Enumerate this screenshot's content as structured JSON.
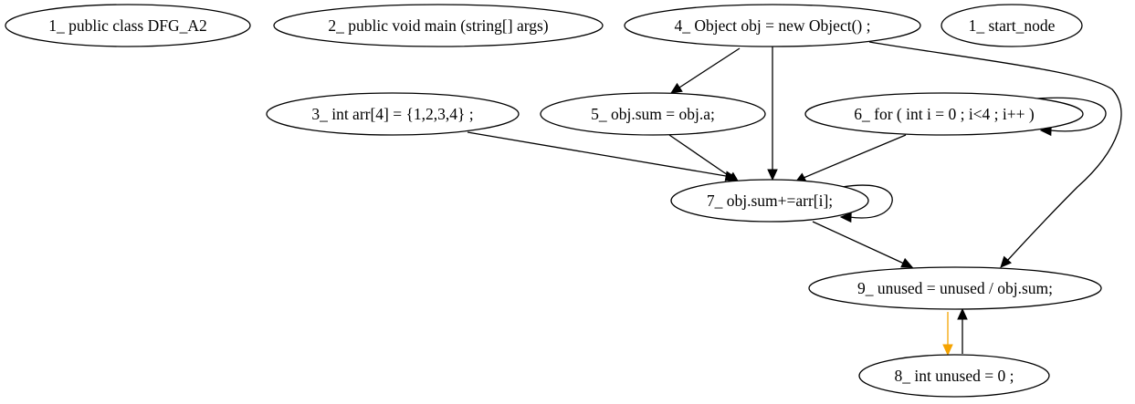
{
  "graph": {
    "nodes": [
      {
        "id": "n1a",
        "label": "1_  public class DFG_A2"
      },
      {
        "id": "n2",
        "label": "2_  public void main (string[] args)"
      },
      {
        "id": "n4",
        "label": "4_  Object obj = new Object() ;"
      },
      {
        "id": "n1b",
        "label": "1_  start_node"
      },
      {
        "id": "n3",
        "label": "3_  int arr[4] = {1,2,3,4} ;"
      },
      {
        "id": "n5",
        "label": "5_  obj.sum = obj.a;"
      },
      {
        "id": "n6",
        "label": "6_  for ( int i = 0 ; i<4 ; i++ )"
      },
      {
        "id": "n7",
        "label": "7_  obj.sum+=arr[i];"
      },
      {
        "id": "n9",
        "label": "9_  unused = unused / obj.sum;"
      },
      {
        "id": "n8",
        "label": "8_  int unused = 0 ;"
      }
    ],
    "edges": [
      {
        "from": "n4",
        "to": "n5",
        "color": "#000000"
      },
      {
        "from": "n4",
        "to": "n7",
        "color": "#000000"
      },
      {
        "from": "n4",
        "to": "n9",
        "color": "#000000"
      },
      {
        "from": "n3",
        "to": "n7",
        "color": "#000000"
      },
      {
        "from": "n5",
        "to": "n7",
        "color": "#000000"
      },
      {
        "from": "n6",
        "to": "n7",
        "color": "#000000"
      },
      {
        "from": "n6",
        "to": "n6",
        "color": "#000000"
      },
      {
        "from": "n7",
        "to": "n7",
        "color": "#000000"
      },
      {
        "from": "n7",
        "to": "n9",
        "color": "#000000"
      },
      {
        "from": "n9",
        "to": "n8",
        "color": "#f5a300"
      },
      {
        "from": "n8",
        "to": "n9",
        "color": "#000000"
      }
    ]
  }
}
